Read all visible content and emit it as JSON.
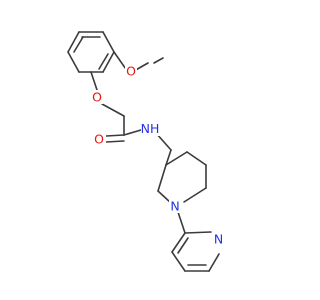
{
  "molecule": {
    "atoms": [
      {
        "id": "o_carbonyl",
        "symbol": "O",
        "color": "#e8170f"
      },
      {
        "id": "o_ether",
        "symbol": "O",
        "color": "#e8170f"
      },
      {
        "id": "o_methoxy",
        "symbol": "O",
        "color": "#e8170f"
      },
      {
        "id": "n_amide",
        "symbol": "NH",
        "color": "#2532e6"
      },
      {
        "id": "n_piperidine",
        "symbol": "N",
        "color": "#2532e6"
      },
      {
        "id": "n_pyridine",
        "symbol": "N",
        "color": "#2532e6"
      }
    ],
    "bond_color": "#3b3b3b",
    "background": "#ffffff"
  }
}
